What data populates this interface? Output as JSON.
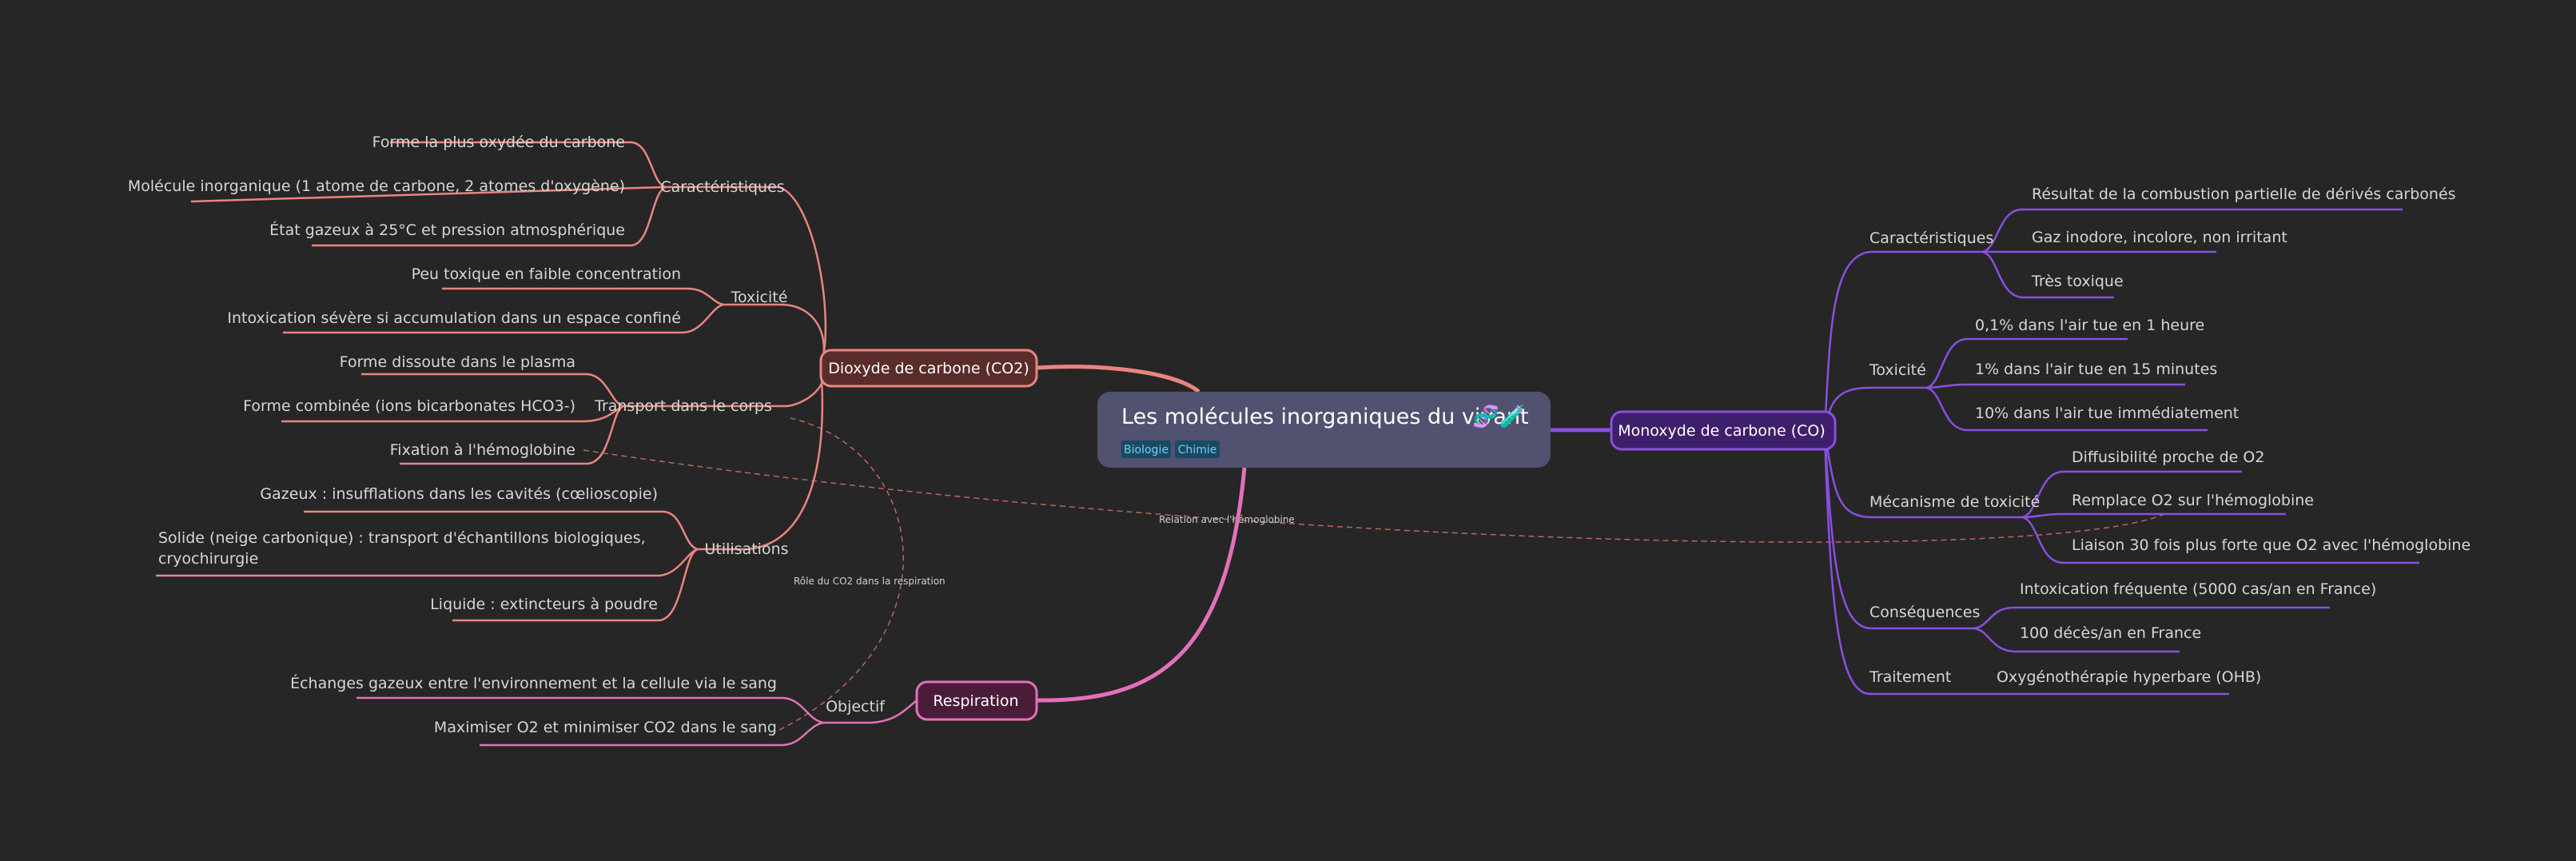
{
  "root": {
    "title": "Les molécules inorganiques du vivant",
    "emoji": "🧬🧪",
    "tags": [
      "Biologie",
      "Chimie"
    ]
  },
  "colors": {
    "background": "#262626",
    "root_fill": "#515170",
    "co2": "#e9857f",
    "respiration": "#e271b8",
    "co": "#8a4fde",
    "tag_bg": "#174a63",
    "tag_text": "#7fc9ef",
    "relation": "#b9665e"
  },
  "co2": {
    "label": "Dioxyde de carbone (CO2)",
    "caracteristiques": {
      "label": "Caractéristiques",
      "items": [
        "Forme la plus oxydée du carbone",
        "Molécule inorganique (1 atome de carbone, 2 atomes d'oxygène)",
        "État gazeux à 25°C et pression atmosphérique"
      ]
    },
    "toxicite": {
      "label": "Toxicité",
      "items": [
        "Peu toxique en faible concentration",
        "Intoxication sévère si accumulation dans un espace confiné"
      ]
    },
    "transport": {
      "label": "Transport dans le corps",
      "items": [
        "Forme dissoute dans le plasma",
        "Forme combinée (ions bicarbonates HCO3-)",
        "Fixation à l'hémoglobine"
      ]
    },
    "utilisations": {
      "label": "Utilisations",
      "items": [
        "Gazeux : insufflations dans les cavités (cœlioscopie)",
        "Solide (neige carbonique) : transport d'échantillons biologiques,",
        "cryochirurgie",
        "Liquide : extincteurs à poudre"
      ]
    }
  },
  "respiration": {
    "label": "Respiration",
    "objectif": {
      "label": "Objectif",
      "items": [
        "Échanges gazeux entre l'environnement et la cellule via le sang",
        "Maximiser O2 et minimiser CO2 dans le sang"
      ]
    }
  },
  "co": {
    "label": "Monoxyde de carbone (CO)",
    "caracteristiques": {
      "label": "Caractéristiques",
      "items": [
        "Résultat de la combustion partielle de dérivés carbonés",
        "Gaz inodore, incolore, non irritant",
        "Très toxique"
      ]
    },
    "toxicite": {
      "label": "Toxicité",
      "items": [
        "0,1% dans l'air tue en 1 heure",
        "1% dans l'air tue en 15 minutes",
        "10% dans l'air tue immédiatement"
      ]
    },
    "mecanisme": {
      "label": "Mécanisme de toxicité",
      "items": [
        "Diffusibilité proche de O2",
        "Remplace O2 sur l'hémoglobine",
        "Liaison 30 fois plus forte que O2 avec l'hémoglobine"
      ]
    },
    "consequences": {
      "label": "Conséquences",
      "items": [
        "Intoxication fréquente (5000 cas/an en France)",
        "100 décès/an en France"
      ]
    },
    "traitement": {
      "label": "Traitement",
      "items": [
        "Oxygénothérapie hyperbare (OHB)"
      ]
    }
  },
  "relations": {
    "hemoglobine": "Relation avec l'hémoglobine",
    "role_co2": "Rôle du CO2 dans la respiration"
  }
}
